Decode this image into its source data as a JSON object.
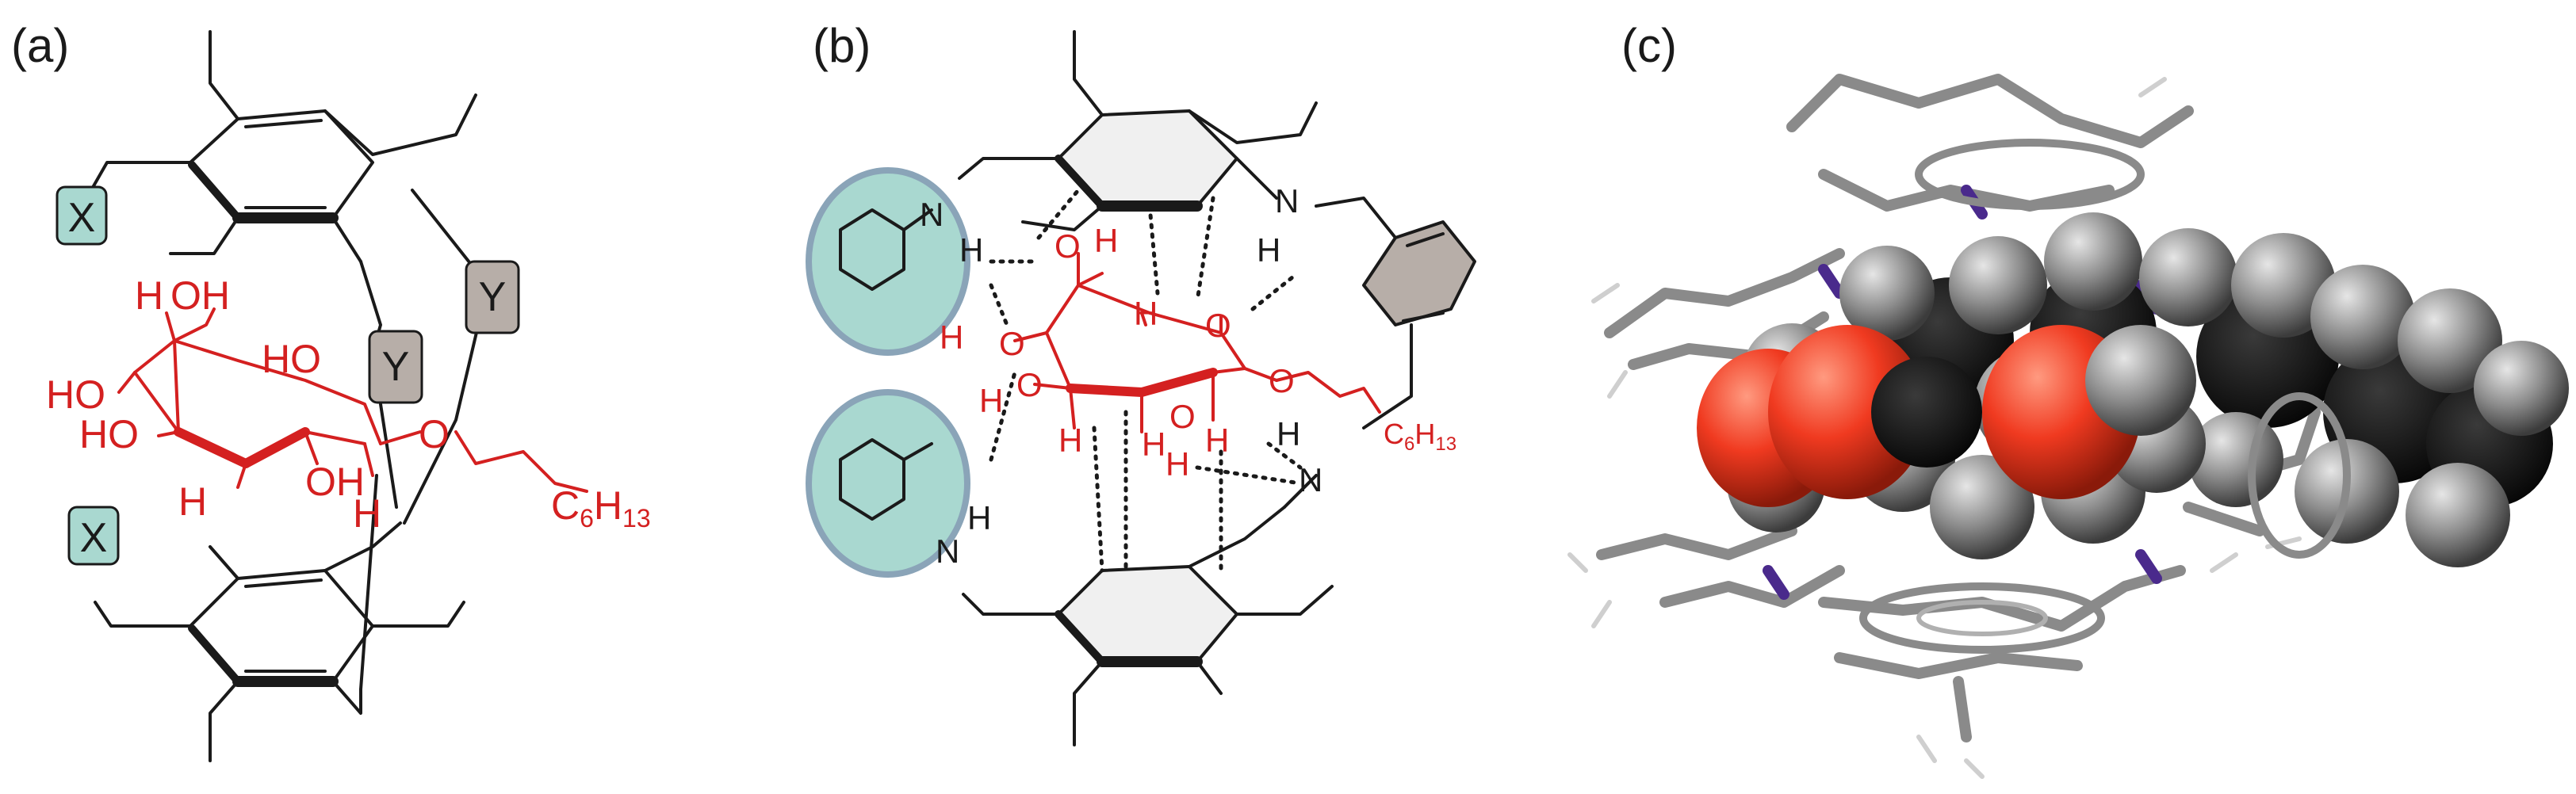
{
  "panels": {
    "a": {
      "label": "(a)",
      "x_group": "X",
      "y_group": "Y",
      "ring_labels": {
        "oh_top": "OH",
        "h1": "H",
        "ho_mid": "HO",
        "ho_left": "HO",
        "ho_low": "HO",
        "oh_low": "OH",
        "h_bottom": "H",
        "h_right": "H",
        "o_link": "O"
      },
      "chain_c": "C",
      "chain_c_sub": "6",
      "chain_h": "H",
      "chain_h_sub": "13"
    },
    "b": {
      "label": "(b)",
      "n_atom": "N",
      "h_atom": "H",
      "o_atom": "O",
      "chain_c": "C",
      "chain_c_sub": "6",
      "chain_h": "H",
      "chain_h_sub": "13"
    },
    "c": {
      "label": "(c)"
    }
  },
  "colors": {
    "ink": "#1a1a1a",
    "sugar_red": "#d42020",
    "teal_fill": "#a9d8d0",
    "teal_stroke": "#8aa4b8",
    "gray_fill": "#b7aea8",
    "oxygen": "#f03a20",
    "nitrogen": "#4a2a8c"
  }
}
